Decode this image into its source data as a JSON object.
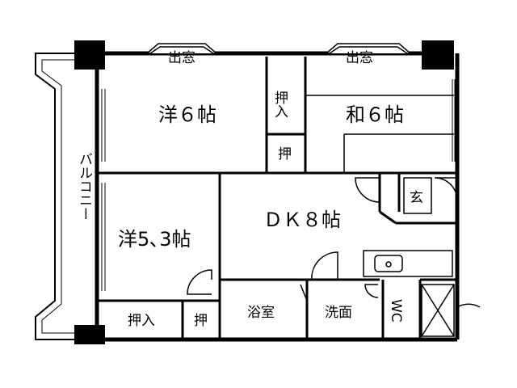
{
  "labels": {
    "window_left": "出窓",
    "window_right": "出窓",
    "balcony": "バルコニー",
    "room_western_6": "洋６帖",
    "room_japanese_6": "和６帖",
    "room_western_53": "洋5､3帖",
    "room_dk8": "ＤＫ８帖",
    "closet_top": "押入",
    "closet_mid": "押",
    "closet_bottom_left": "押入",
    "closet_bottom_small": "押",
    "entrance": "玄",
    "bathroom": "浴室",
    "washroom": "洗面",
    "wc": "WC"
  },
  "colors": {
    "wall": "#000000",
    "background": "#ffffff"
  }
}
